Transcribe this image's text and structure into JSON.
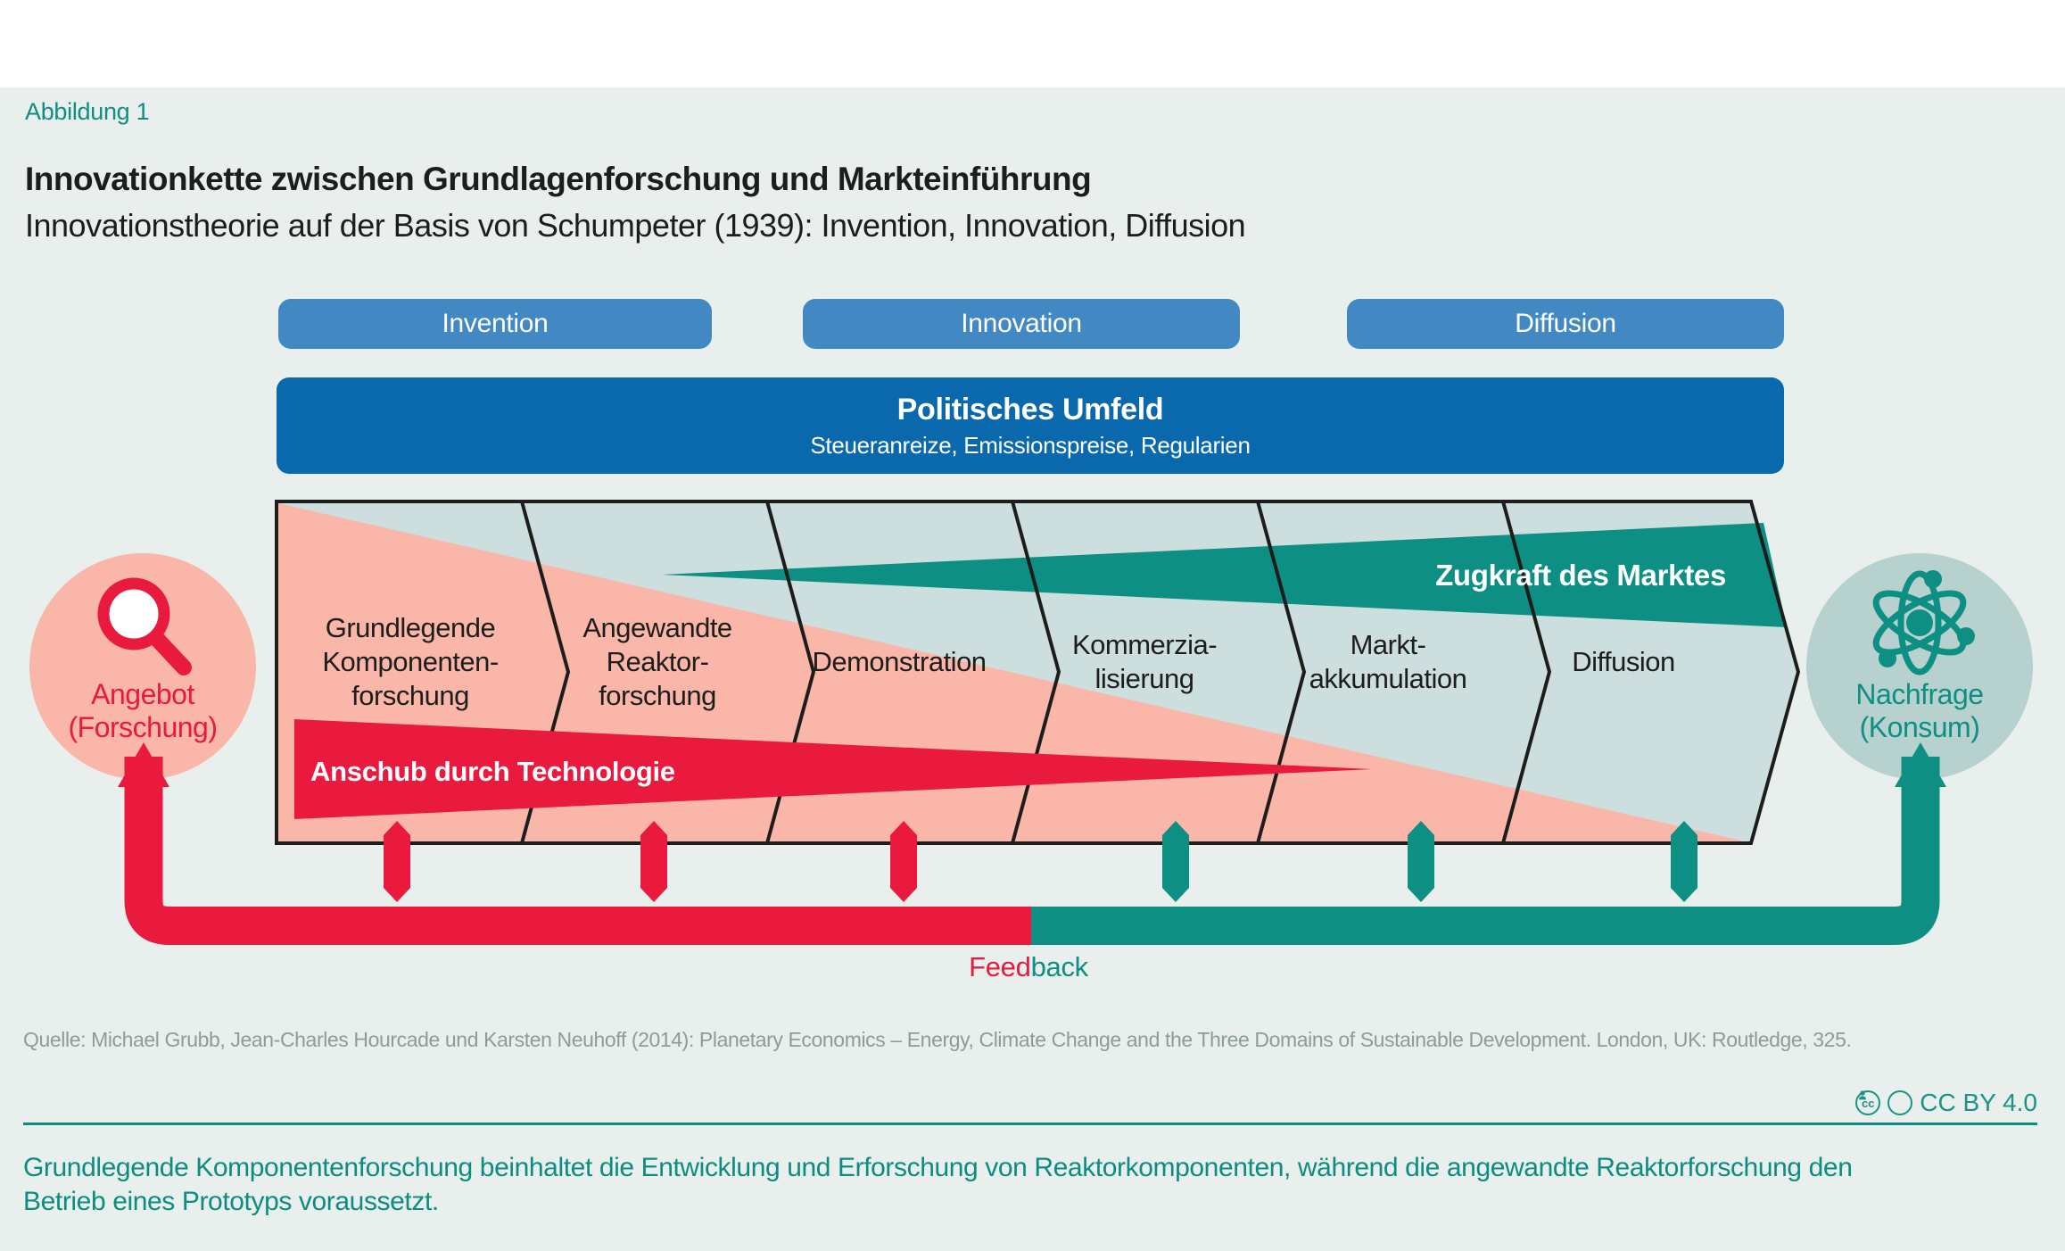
{
  "figure": {
    "label": "Abbildung 1",
    "title": "Innovationkette zwischen Grundlagenforschung und Markteinführung",
    "subtitle": "Innovationstheorie auf der Basis von Schumpeter (1939): Invention, Innovation, Diffusion"
  },
  "phases": [
    "Invention",
    "Innovation",
    "Diffusion"
  ],
  "policy": {
    "title": "Politisches Umfeld",
    "subtitle": "Steueranreize, Emissionspreise, Regularien"
  },
  "stages": [
    {
      "l1": "Grundlegende",
      "l2": "Komponenten-",
      "l3": "forschung"
    },
    {
      "l1": "Angewandte",
      "l2": "Reaktor-",
      "l3": "forschung"
    },
    {
      "l1": "Demonstration"
    },
    {
      "l1": "Kommerzia-",
      "l2": "lisierung"
    },
    {
      "l1": "Markt-",
      "l2": "akkumulation"
    },
    {
      "l1": "Diffusion"
    }
  ],
  "wedges": {
    "market_pull": "Zugkraft des Marktes",
    "technology_push": "Anschub durch Technologie"
  },
  "supply_node": {
    "line1": "Angebot",
    "line2": "(Forschung)"
  },
  "demand_node": {
    "line1": "Nachfrage",
    "line2": "(Konsum)"
  },
  "feedback": {
    "part1": "Feed",
    "part2": "back"
  },
  "source": "Quelle: Michael Grubb, Jean-Charles Hourcade und Karsten Neuhoff (2014): Planetary Economics – Energy, Climate Change and the Three Domains of Sustainable Development. London, UK: Routledge, 325.",
  "license": {
    "cc": "cc",
    "text": "CC BY 4.0"
  },
  "caption": {
    "line1": "Grundlegende Komponentenforschung beinhaltet die Entwicklung und Erforschung von Reaktorkomponenten, während die angewandte Reaktorforschung den",
    "line2": "Betrieb eines Prototyps voraussetzt."
  },
  "colors": {
    "background": "#e8efed",
    "accent_teal": "#0f8e83",
    "wedge_teal": "#0d8f83",
    "light_teal_circle": "#b7d1ce",
    "red": "#e91a3e",
    "light_pink": "#f9b6a9",
    "phase_blue": "#4289c4",
    "policy_blue": "#0a69ac",
    "stage_box_bg": "#ccdedd",
    "source_gray": "#8d9c9a"
  }
}
